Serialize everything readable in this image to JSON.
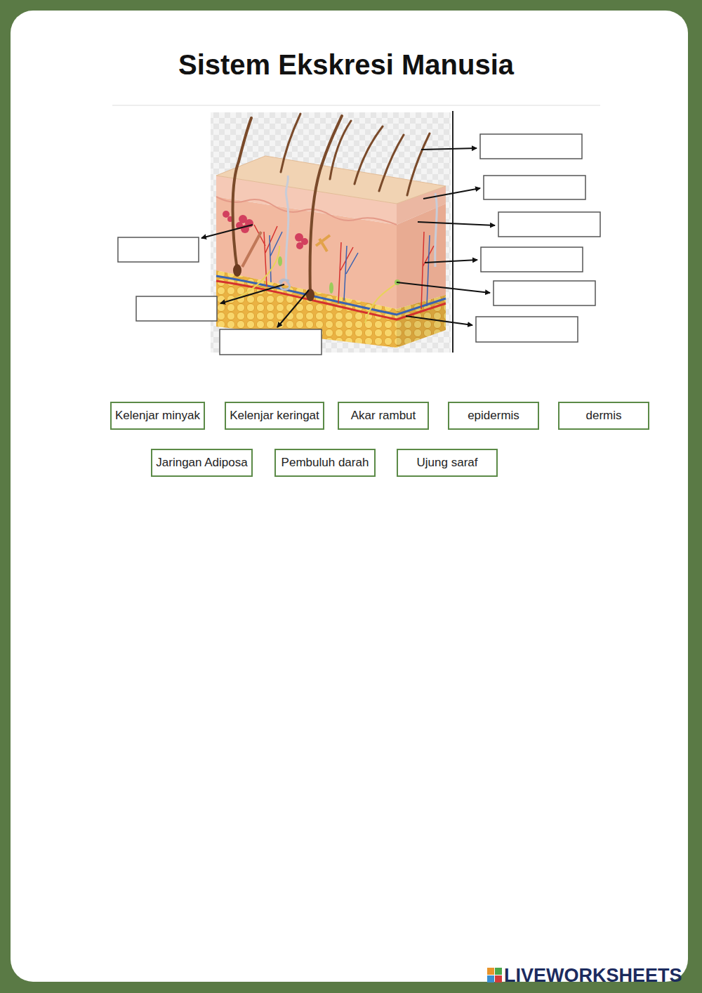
{
  "diagram": {
    "title": "Sistem Ekskresi Manusia",
    "nodes": [
      {
        "text": [
          "Kelenjar minyak"
        ]
      },
      {
        "text": [
          "Kelenjar keringat"
        ]
      },
      {
        "text": [
          "Akar rambut"
        ]
      },
      {
        "text": [
          "epidermis"
        ]
      },
      {
        "text": [
          "dermis"
        ]
      },
      {
        "text": [
          "Jaringan Adiposa"
        ]
      },
      {
        "text": [
          "Pembuluh darah"
        ]
      },
      {
        "text": [
          "Ujung saraf"
        ]
      }
    ],
    "labels": [
      "LIVEWORKSHEETS"
    ]
  }
}
